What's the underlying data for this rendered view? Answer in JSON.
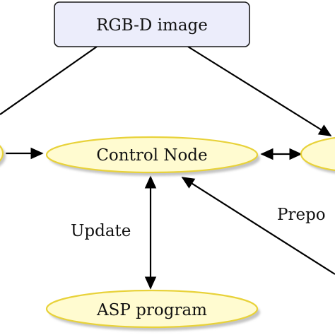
{
  "nodes": {
    "rgbd_image": {
      "label": "RGB-D image"
    },
    "control_node": {
      "label": "Control Node"
    },
    "asp_program": {
      "label": "ASP program"
    }
  },
  "edges": {
    "update_label": "Update",
    "preprocessing_label_partial": "Prepo"
  },
  "colors": {
    "ellipse_fill": "#fffbd0",
    "ellipse_stroke": "#e8d23a",
    "ellipse_shadow": "#c4c4c4",
    "rect_fill": "#ecedfb",
    "rect_stroke": "#1a1a1a",
    "arrow": "#000000"
  }
}
